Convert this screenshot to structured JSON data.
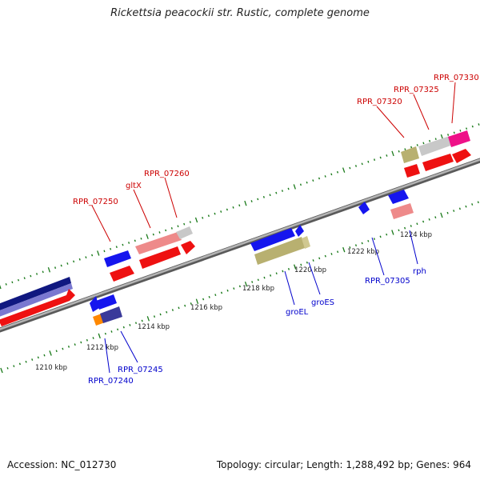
{
  "title": "Rickettsia peacockii str. Rustic, complete genome",
  "footer": {
    "accession": "Accession: NC_012730",
    "summary": "Topology: circular; Length: 1,288,492 bp; Genes: 964"
  },
  "scale_labels": [
    "1210 kbp",
    "1212 kbp",
    "1214 kbp",
    "1216 kbp",
    "1218 kbp",
    "1220 kbp",
    "1222 kbp",
    "1224 kbp"
  ],
  "forward_gene_labels": [
    "RPR_07250",
    "gltX",
    "RPR_07260",
    "RPR_07320",
    "RPR_07325",
    "RPR_07330"
  ],
  "reverse_gene_labels": [
    "RPR_07240",
    "RPR_07245",
    "groEL",
    "groES",
    "RPR_07305",
    "rph"
  ],
  "colors": {
    "forward_label": "#cc0000",
    "reverse_label": "#0000cc",
    "backbone": "#8a8a8a",
    "tick": "#1a7a1a",
    "cds_forward": "#ee1111",
    "cds_reverse": "#1515ee"
  }
}
